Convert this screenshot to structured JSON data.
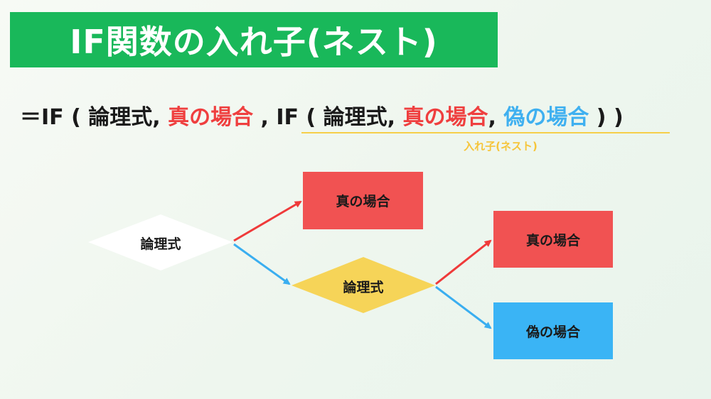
{
  "title": "IF関数の入れ子(ネスト)",
  "formula": {
    "p1": "＝IF ( 論理式, ",
    "p2": "真の場合",
    "p3": " , IF ( 論理式, ",
    "p4": "真の場合",
    "p5": ", ",
    "p6": "偽の場合",
    "p7": " ) )"
  },
  "nest_label": "入れ子(ネスト)",
  "flow": {
    "condition1": "論理式",
    "condition2": "論理式",
    "true1": "真の場合",
    "true2": "真の場合",
    "false2": "偽の場合"
  },
  "colors": {
    "banner": "#19b85a",
    "true": "#f15252",
    "false": "#3ab4f5",
    "nested_condition": "#f6d458",
    "underline": "#f6cf4a"
  }
}
